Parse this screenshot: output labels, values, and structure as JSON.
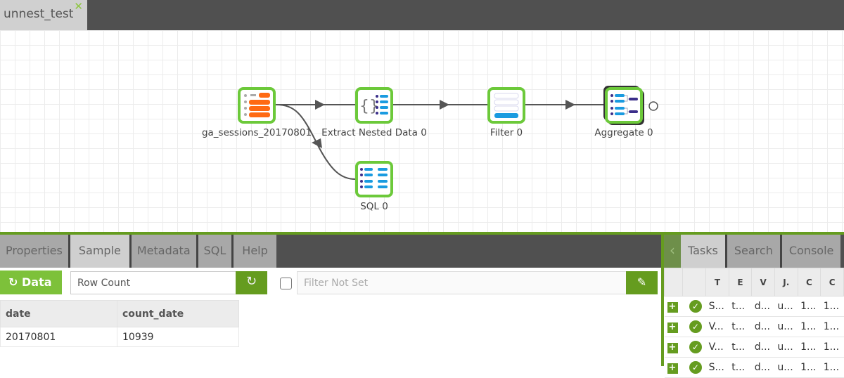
{
  "document_tab": {
    "title": "unnest_test",
    "close_icon": "close-icon"
  },
  "pipeline": {
    "nodes": [
      {
        "label": "ga_sessions_20170801",
        "icon": "source-table-icon",
        "color": "#ff6a13"
      },
      {
        "label": "Extract Nested Data 0",
        "icon": "extract-nested-icon"
      },
      {
        "label": "Filter 0",
        "icon": "filter-icon"
      },
      {
        "label": "Aggregate 0",
        "icon": "aggregate-icon",
        "selected": true
      },
      {
        "label": "SQL 0",
        "icon": "sql-icon"
      }
    ]
  },
  "bottom_panel": {
    "tabs": [
      "Properties",
      "Sample",
      "Metadata",
      "SQL",
      "Help"
    ],
    "active_tab": "Sample",
    "data_button": "Data",
    "row_count_value": "Row Count",
    "filter_placeholder": "Filter Not Set",
    "columns": [
      "date",
      "count_date"
    ],
    "rows": [
      [
        "20170801",
        "10939"
      ]
    ]
  },
  "right_panel": {
    "tabs": [
      "Tasks",
      "Search",
      "Console"
    ],
    "active_tab": "Tasks",
    "columns": [
      "T",
      "E",
      "V",
      "J.",
      "C",
      "C"
    ],
    "rows": [
      [
        "S...",
        "t...",
        "d...",
        "u...",
        "1...",
        "1..."
      ],
      [
        "V...",
        "t...",
        "d...",
        "u...",
        "1...",
        "1..."
      ],
      [
        "V...",
        "t...",
        "d...",
        "u...",
        "1...",
        "1..."
      ],
      [
        "S...",
        "t...",
        "d...",
        "u...",
        "1...",
        "1..."
      ]
    ]
  },
  "colors": {
    "accent": "#6cc93a",
    "dark_green": "#659c1f",
    "orange": "#ff6a13",
    "blue": "#1a9be0"
  }
}
